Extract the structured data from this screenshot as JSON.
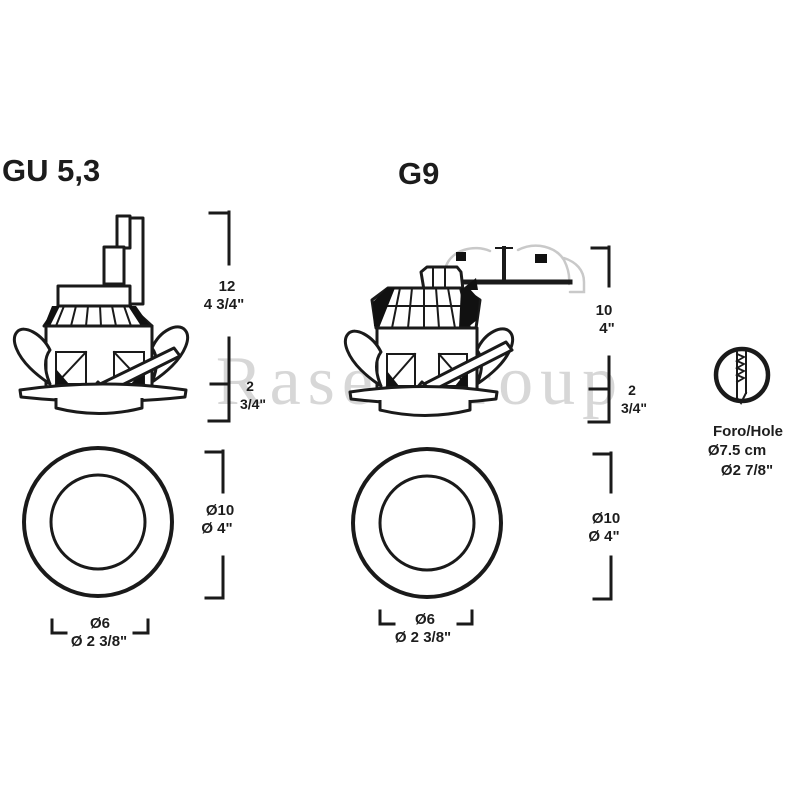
{
  "diagram": {
    "watermark": "RaserGroup",
    "line_color": "#1a1a1a",
    "watermark_color": "#d7d7d7",
    "background": "#ffffff"
  },
  "fixtures": {
    "gu53": {
      "title": "GU 5,3",
      "height_cm": "12",
      "height_in": "4 3/4\"",
      "recess_cm": "2",
      "recess_in": "3/4\"",
      "trim_cm": "Ø10",
      "trim_in": "Ø 4\"",
      "body_cm": "Ø6",
      "body_in": "Ø 2 3/8\""
    },
    "g9": {
      "title": "G9",
      "height_cm": "10",
      "height_in": "4\"",
      "recess_cm": "2",
      "recess_in": "3/4\"",
      "trim_cm": "Ø10",
      "trim_in": "Ø 4\"",
      "body_cm": "Ø6",
      "body_in": "Ø 2 3/8\""
    }
  },
  "hole": {
    "label": "Foro/Hole",
    "metric": "Ø7.5 cm",
    "imperial": "Ø2 7/8\""
  }
}
